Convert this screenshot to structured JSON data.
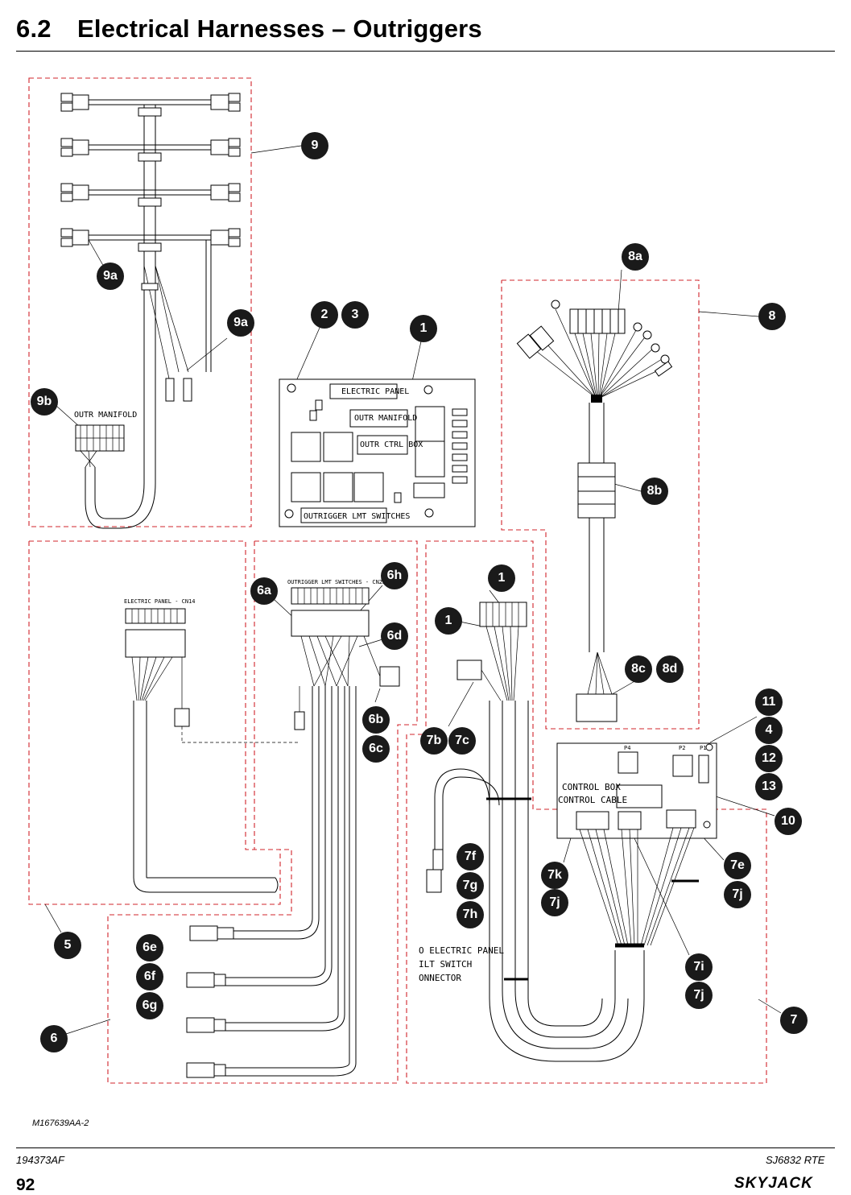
{
  "header": {
    "section_number": "6.2",
    "section_title": "Electrical Harnesses – Outriggers"
  },
  "diagram_labels": {
    "outr_manifold": "OUTR MANIFOLD",
    "electric_panel": "ELECTRIC PANEL",
    "panel_outr_manifold": "OUTR MANIFOLD",
    "panel_outr_ctrl_box": "OUTR CTRL BOX",
    "outrigger_limit_switches": "OUTRIGGER LMT SWITCHES",
    "electric_panel_cn14": "ELECTRIC PANEL - CN14",
    "outrigger_lmt_switches_cn22": "OUTRIGGER LMT SWITCHES - CN22",
    "p4": "P4",
    "p2": "P2",
    "p1": "P1",
    "control_box": "CONTROL BOX",
    "control_cable": "CONTROL CABLE",
    "electric_panel_note_1": "O ELECTRIC PANEL",
    "electric_panel_note_2": "ILT SWITCH",
    "electric_panel_note_3": "ONNECTOR"
  },
  "callouts": [
    {
      "label": "9"
    },
    {
      "label": "9a"
    },
    {
      "label": "9a"
    },
    {
      "label": "9b"
    },
    {
      "label": "2"
    },
    {
      "label": "3"
    },
    {
      "label": "1"
    },
    {
      "label": "8a"
    },
    {
      "label": "8"
    },
    {
      "label": "8b"
    },
    {
      "label": "8c"
    },
    {
      "label": "8d"
    },
    {
      "label": "6h"
    },
    {
      "label": "6a"
    },
    {
      "label": "6d"
    },
    {
      "label": "6b"
    },
    {
      "label": "6c"
    },
    {
      "label": "1"
    },
    {
      "label": "1"
    },
    {
      "label": "7b"
    },
    {
      "label": "7c"
    },
    {
      "label": "11"
    },
    {
      "label": "4"
    },
    {
      "label": "12"
    },
    {
      "label": "13"
    },
    {
      "label": "10"
    },
    {
      "label": "7f"
    },
    {
      "label": "7g"
    },
    {
      "label": "7h"
    },
    {
      "label": "7k"
    },
    {
      "label": "7j"
    },
    {
      "label": "7e"
    },
    {
      "label": "7j"
    },
    {
      "label": "7i"
    },
    {
      "label": "7j"
    },
    {
      "label": "7"
    },
    {
      "label": "5"
    },
    {
      "label": "6e"
    },
    {
      "label": "6f"
    },
    {
      "label": "6g"
    },
    {
      "label": "6"
    }
  ],
  "footer": {
    "drawing_id": "M167639AA-2",
    "doc_number": "194373AF",
    "model": "SJ6832 RTE",
    "page_number": "92",
    "brand": "SKYJACK"
  }
}
